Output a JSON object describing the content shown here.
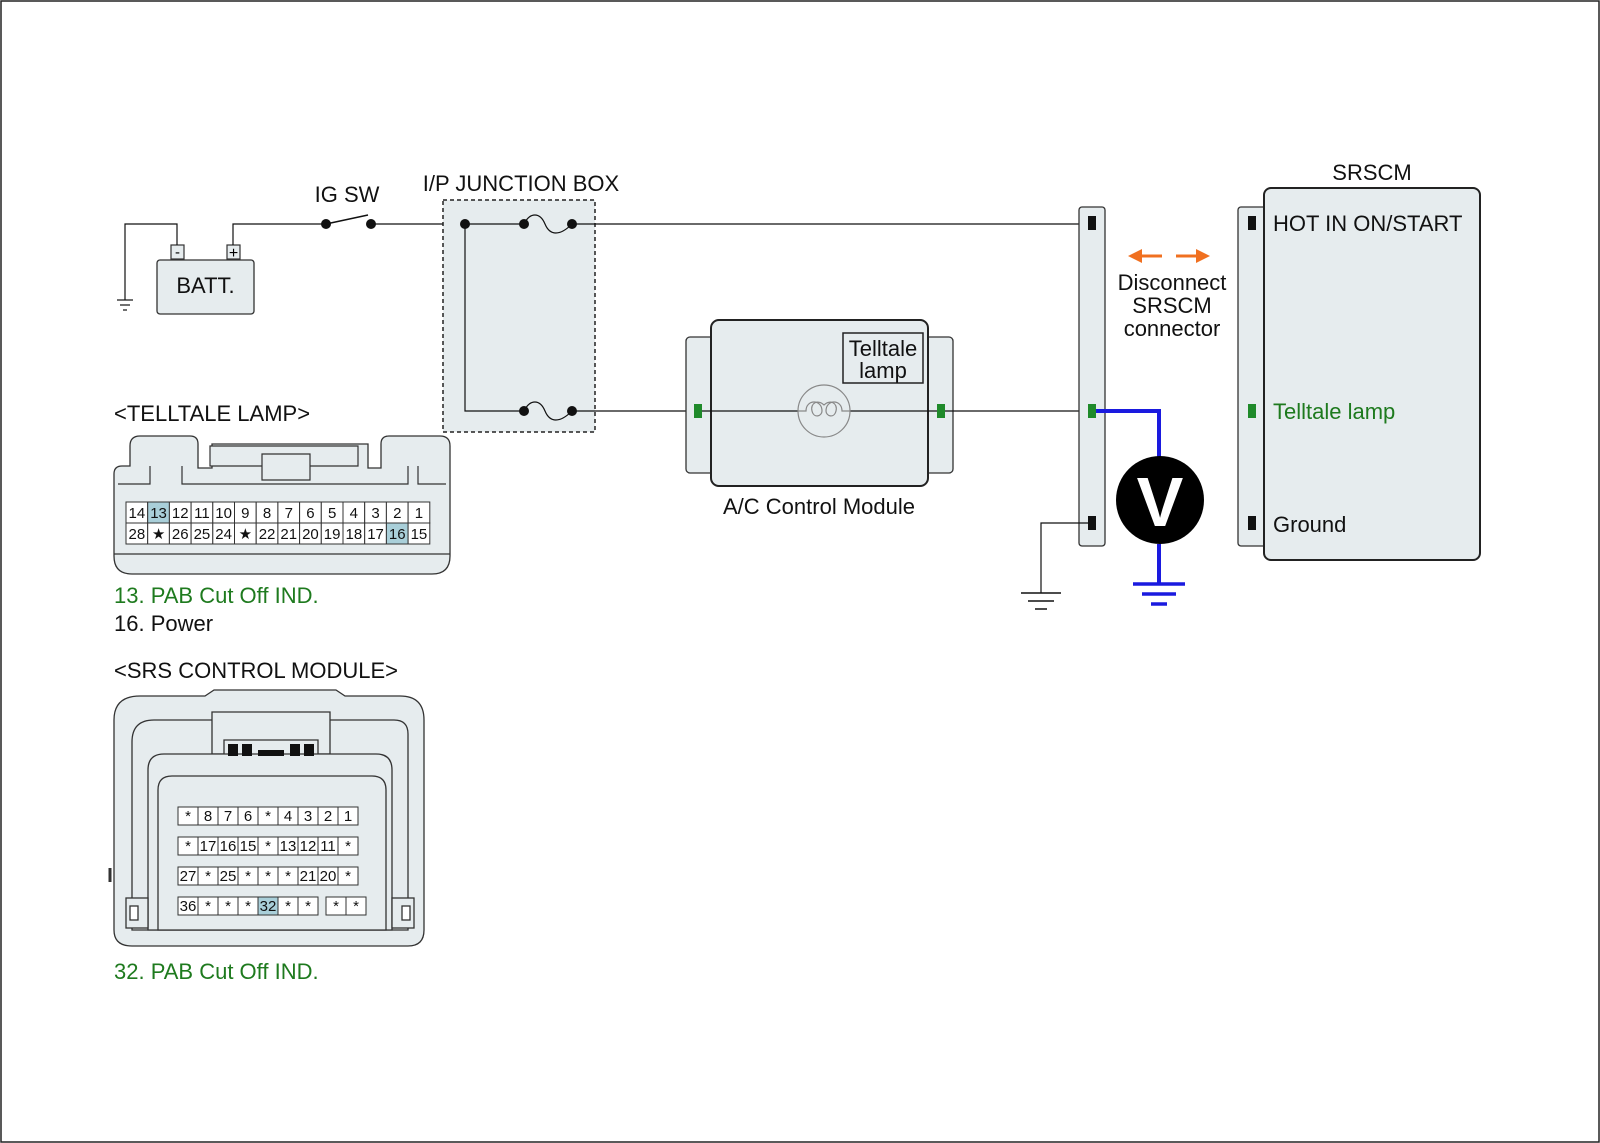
{
  "labels": {
    "ig_sw": "IG SW",
    "jbox": "I/P JUNCTION BOX",
    "batt": "BATT.",
    "batt_minus": "-",
    "batt_plus": "+",
    "telltale_lamp_box": [
      "Telltale",
      "lamp"
    ],
    "ac_module": "A/C Control Module",
    "srscm": "SRSCM",
    "disconnect": [
      "Disconnect",
      "SRSCM",
      "connector"
    ],
    "voltmeter": "V"
  },
  "srscm_pins": {
    "hot": "HOT IN ON/START",
    "telltale": "Telltale lamp",
    "ground": "Ground"
  },
  "telltale_connector": {
    "title": "<TELLTALE LAMP>",
    "row1": [
      "14",
      "13",
      "12",
      "11",
      "10",
      "9",
      "8",
      "7",
      "6",
      "5",
      "4",
      "3",
      "2",
      "1"
    ],
    "row2": [
      "28",
      "★",
      "26",
      "25",
      "24",
      "★",
      "22",
      "21",
      "20",
      "19",
      "18",
      "17",
      "16",
      "15"
    ],
    "highlight": [
      "13",
      "16"
    ],
    "notes": [
      "13. PAB Cut Off IND.",
      "16. Power"
    ]
  },
  "srs_connector": {
    "title": "<SRS CONTROL MODULE>",
    "rows": [
      [
        "*",
        "8",
        "7",
        "6",
        "*",
        "4",
        "3",
        "2",
        "1"
      ],
      [
        "*",
        "17",
        "16",
        "15",
        "*",
        "13",
        "12",
        "11",
        "*"
      ],
      [
        "27",
        "*",
        "25",
        "*",
        "*",
        "*",
        "21",
        "20",
        "*"
      ],
      [
        "36",
        "*",
        "*",
        "*",
        "32",
        "*",
        "*",
        "*",
        "*"
      ]
    ],
    "highlight": [
      "32"
    ],
    "note": "32. PAB Cut Off IND."
  },
  "colors": {
    "line": "#111111",
    "box_fill": "#e6ecee",
    "green_pin": "#1f8a2a",
    "green_text": "#1e7a1e",
    "highlight_pin": "#a9cfd9",
    "probe": "#1a1adf",
    "arrow": "#f07020"
  }
}
